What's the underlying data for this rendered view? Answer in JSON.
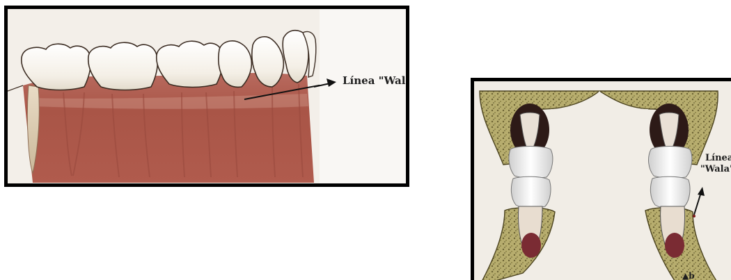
{
  "left_figure": {
    "label": "Línea \"Wala\""
  },
  "right_figure": {
    "label_line1": "Línea",
    "label_line2": "\"Wala\"",
    "marker": "▲b"
  }
}
